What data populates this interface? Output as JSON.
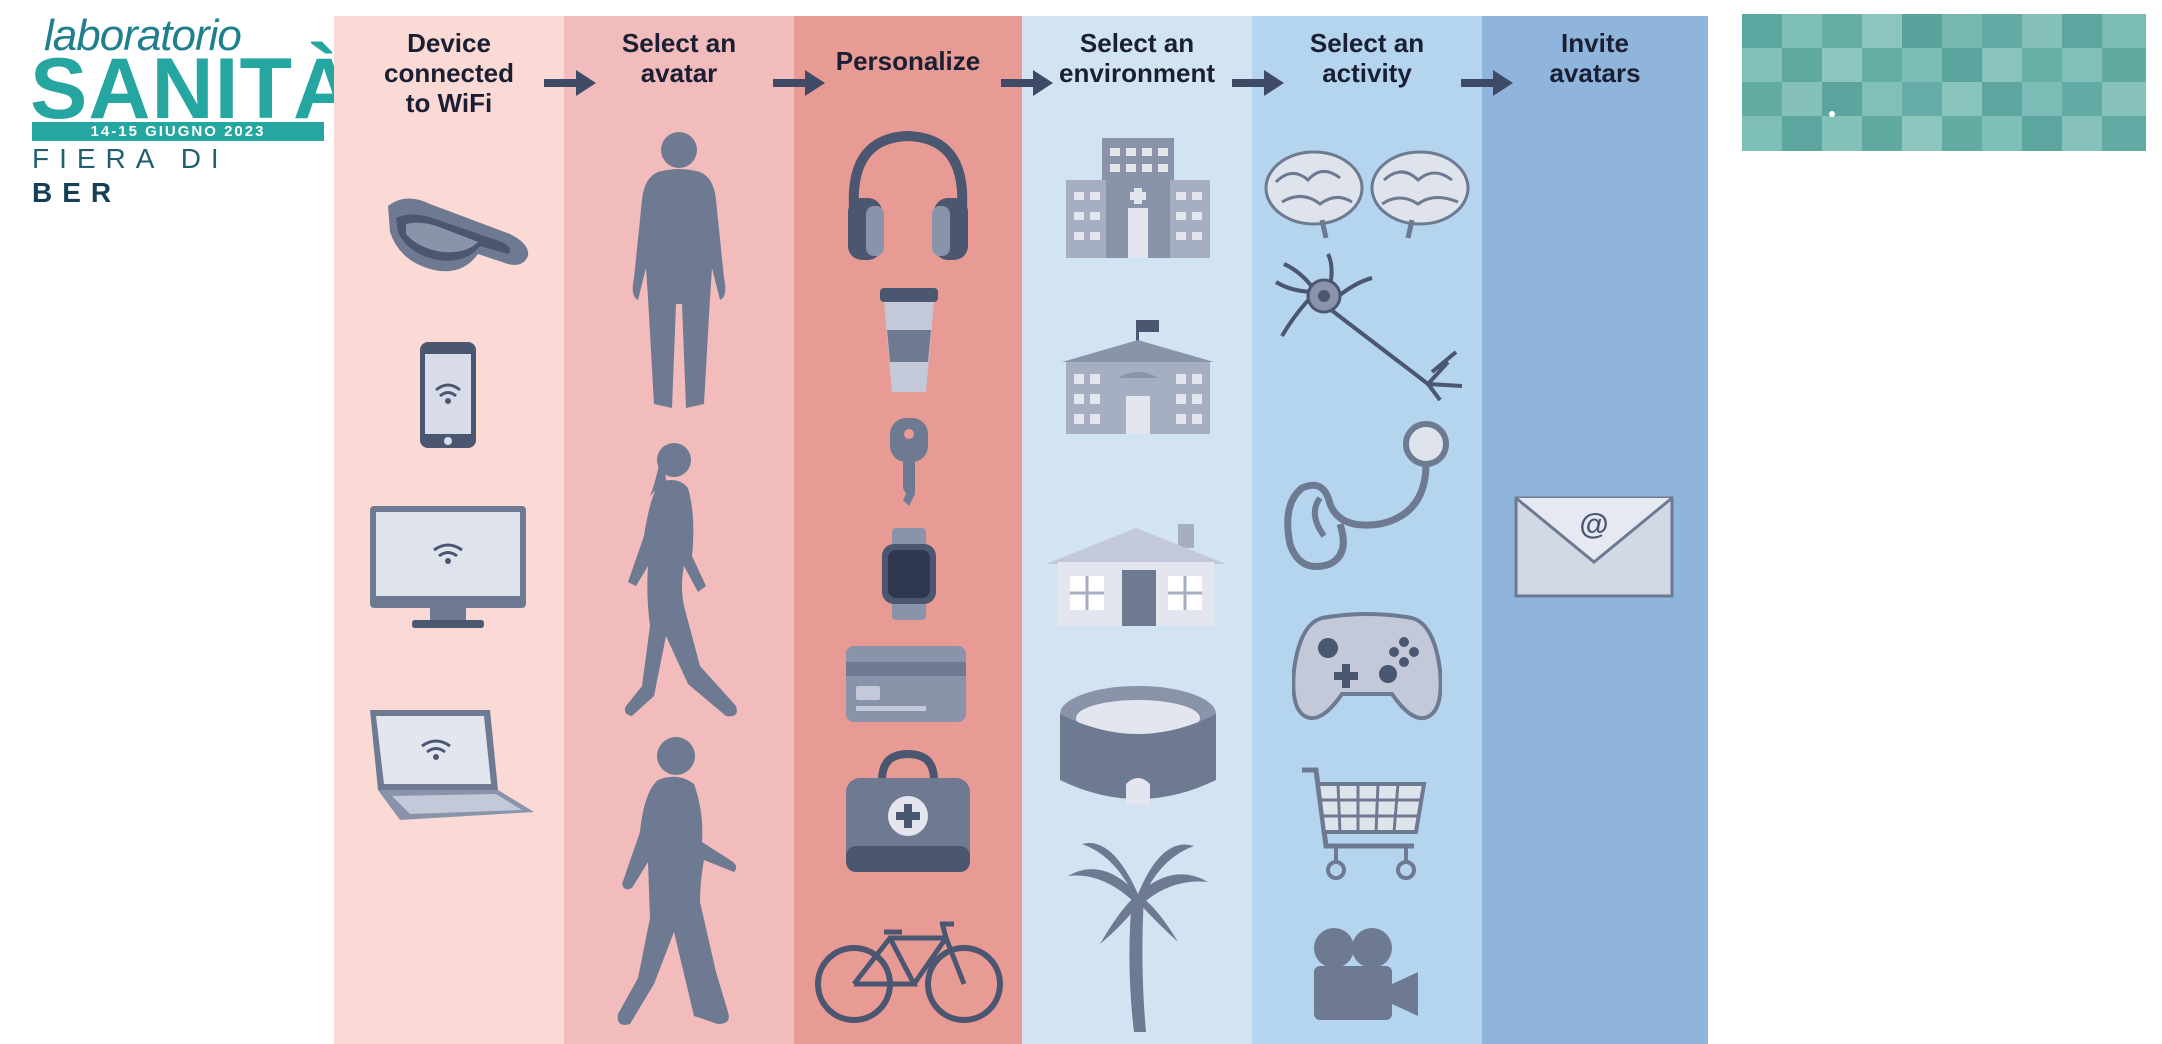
{
  "logo": {
    "line1": "laboratorio",
    "line2": "SANITÀ",
    "dates": "14-15 GIUGNO 2023",
    "venue_prefix": "FIERA DI ",
    "venue_bold": "BER"
  },
  "steps": [
    {
      "title": "Device\nconnected\nto WiFi",
      "color": "#fbd9d5",
      "icons": [
        "vr-glasses-icon",
        "smartphone-wifi-icon",
        "monitor-wifi-icon",
        "laptop-wifi-icon"
      ]
    },
    {
      "title": "Select an\navatar",
      "color": "#f1bcbb",
      "icons": [
        "man-standing-icon",
        "woman-walking-icon",
        "man-walking-icon"
      ]
    },
    {
      "title": "Personalize",
      "color": "#e89a94",
      "icons": [
        "headphones-icon",
        "coffee-cup-icon",
        "car-key-icon",
        "smartwatch-icon",
        "credit-card-icon",
        "medical-bag-icon",
        "bicycle-icon"
      ]
    },
    {
      "title": "Select an\nenvironment",
      "color": "#d2e3f2",
      "icons": [
        "hospital-icon",
        "school-icon",
        "house-icon",
        "stadium-icon",
        "palm-tree-icon"
      ]
    },
    {
      "title": "Select an\nactivity",
      "color": "#b5d4ee",
      "icons": [
        "brain-icon",
        "neuron-icon",
        "stethoscope-icon",
        "game-controller-icon",
        "shopping-cart-icon",
        "movie-camera-icon"
      ]
    },
    {
      "title": "Invite\navatars",
      "color": "#8fb5dd",
      "icons": [
        "email-envelope-icon"
      ],
      "envelope_symbol": "@"
    }
  ],
  "colors": {
    "icon_fill": "#6e7a92",
    "icon_dark": "#4b5670",
    "icon_light": "#c3c9d8",
    "arrow": "#3f4a66",
    "brand_teal": "#26a6a0"
  }
}
